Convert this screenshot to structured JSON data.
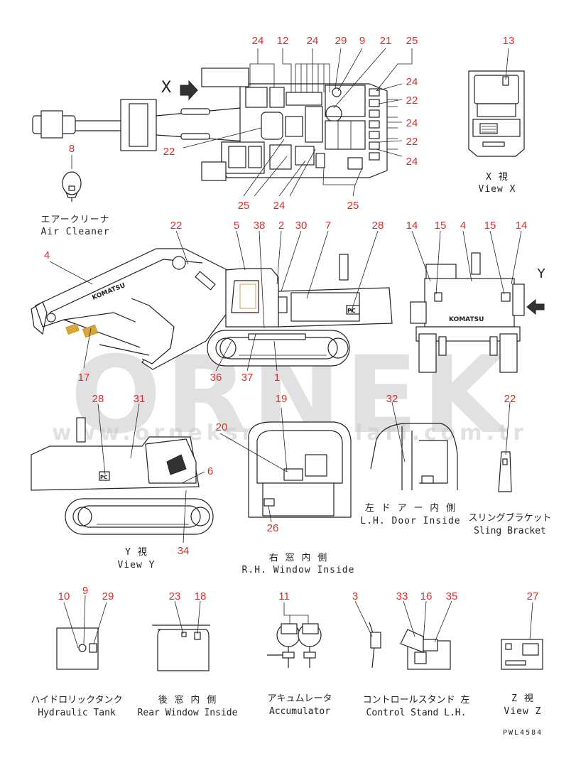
{
  "watermark": {
    "brand": "ORNEK",
    "url": "www.orneksmakinalari.com.tr"
  },
  "drawing_code": "PWL4584",
  "callouts": {
    "top_view": [
      "24",
      "12",
      "24",
      "29",
      "9",
      "21",
      "25",
      "13",
      "24",
      "22",
      "24",
      "22",
      "24",
      "22",
      "8",
      "25",
      "24",
      "25"
    ],
    "side_view": [
      "22",
      "4",
      "5",
      "38",
      "2",
      "30",
      "7",
      "28",
      "17",
      "36",
      "37",
      "1"
    ],
    "front_view": [
      "14",
      "15",
      "4",
      "15",
      "14"
    ],
    "y_view": [
      "28",
      "31",
      "6",
      "34"
    ],
    "window_rh": [
      "20",
      "19",
      "26"
    ],
    "door_lh": [
      "32"
    ],
    "sling": [
      "22"
    ],
    "hyd_tank": [
      "10",
      "9",
      "29"
    ],
    "rear_window": [
      "23",
      "18"
    ],
    "accumulator": [
      "11"
    ],
    "control_stand": [
      "3",
      "33",
      "16",
      "35"
    ],
    "view_z": [
      "27"
    ]
  },
  "captions": {
    "air_cleaner_jp": "エアークリーナ",
    "air_cleaner_en": "Air Cleaner",
    "view_x_jp": "X 視",
    "view_x_en": "View X",
    "view_y_jp": "Y 視",
    "view_y_en": "View Y",
    "window_jp": "右 窓 内 側",
    "window_en": "R.H. Window Inside",
    "door_jp": "左 ド ア ー 内 側",
    "door_en": "L.H. Door Inside",
    "sling_jp": "スリングブラケット",
    "sling_en": "Sling Bracket",
    "tank_jp": "ハイドロリックタンク",
    "tank_en": "Hydraulic Tank",
    "rear_jp": "後 窓 内 側",
    "rear_en": "Rear Window Inside",
    "acc_jp": "アキュムレータ",
    "acc_en": "Accumulator",
    "cs_jp": "コントロールスタンド 左",
    "cs_en": "Control Stand L.H.",
    "z_jp": "Z 視",
    "z_en": "View Z"
  },
  "view_letters": {
    "x": "X",
    "y": "Y"
  },
  "brand_decal": "KOMATSU",
  "model_decal": "PC"
}
